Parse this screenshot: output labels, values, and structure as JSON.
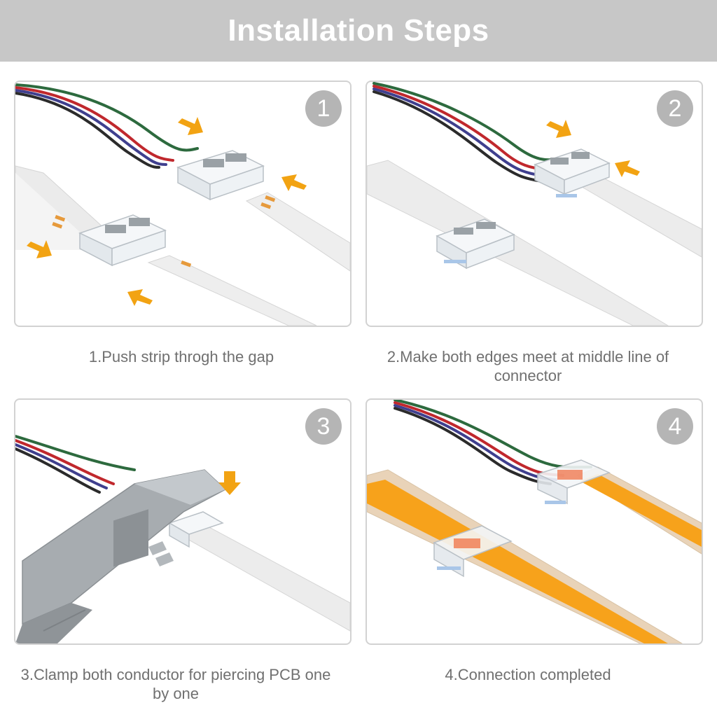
{
  "header": {
    "title": "Installation Steps"
  },
  "steps": [
    {
      "number": "1",
      "caption": "1.Push strip throgh the gap"
    },
    {
      "number": "2",
      "caption": "2.Make both edges meet at middle line of connector"
    },
    {
      "number": "3",
      "caption": "3.Clamp both conductor for piercing PCB one by one"
    },
    {
      "number": "4",
      "caption": "4.Connection completed"
    }
  ],
  "colors": {
    "header_bg": "#c7c7c7",
    "badge_bg": "#b5b5b5",
    "arrow": "#f2a313",
    "strip_glow": "#f7a21b",
    "wire_red": "#c0282d",
    "wire_green": "#2d6a3e",
    "wire_blue": "#3f3f8e",
    "wire_black": "#2b2b2b"
  },
  "icons": [
    "arrow-icon",
    "connector-icon",
    "led-strip-icon",
    "wire-bundle-icon",
    "clamp-plier-icon"
  ]
}
